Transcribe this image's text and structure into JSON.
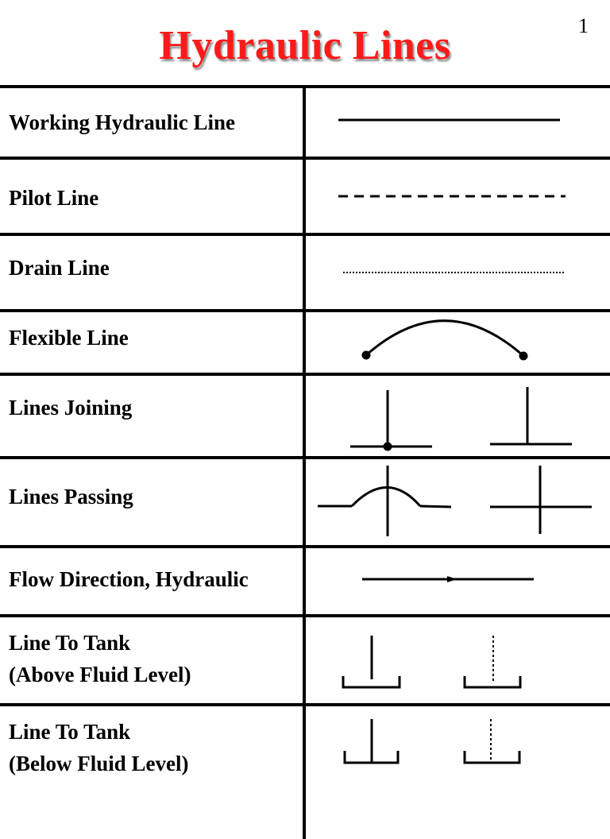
{
  "page_number": "1",
  "title": "Hydraulic Lines",
  "rows": [
    {
      "label": "Working Hydraulic Line",
      "symbol": "working-hydraulic-line-symbol"
    },
    {
      "label": "Pilot Line",
      "symbol": "pilot-line-symbol"
    },
    {
      "label": "Drain Line",
      "symbol": "drain-line-symbol"
    },
    {
      "label": "Flexible Line",
      "symbol": "flexible-line-symbol"
    },
    {
      "label": "Lines Joining",
      "symbol": "lines-joining-symbol"
    },
    {
      "label": "Lines Passing",
      "symbol": "lines-passing-symbol"
    },
    {
      "label": "Flow Direction, Hydraulic",
      "symbol": "flow-direction-arrow-symbol"
    },
    {
      "label": "Line To Tank",
      "label2": "(Above Fluid Level)",
      "symbol": "line-to-tank-above-symbol"
    },
    {
      "label": "Line To Tank",
      "label2": "(Below Fluid Level)",
      "symbol": "line-to-tank-below-symbol"
    }
  ],
  "colors": {
    "title": "#ff1a1a",
    "lines": "#000000"
  }
}
